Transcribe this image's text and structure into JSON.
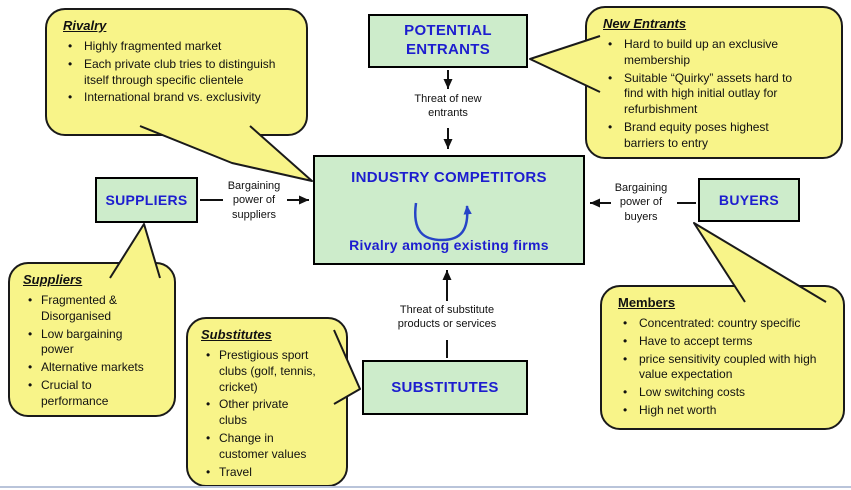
{
  "boxes": {
    "potential_entrants": {
      "label": "POTENTIAL\nENTRANTS"
    },
    "industry_competitors": {
      "title": "INDUSTRY COMPETITORS",
      "subtitle": "Rivalry among existing firms"
    },
    "suppliers": {
      "label": "SUPPLIERS"
    },
    "buyers": {
      "label": "BUYERS"
    },
    "substitutes": {
      "label": "SUBSTITUTES"
    }
  },
  "arrows": {
    "threat_new_entrants": {
      "lines": [
        "Threat of new",
        "entrants"
      ]
    },
    "bargaining_suppliers": {
      "lines": [
        "Bargaining",
        "power of",
        "suppliers"
      ]
    },
    "bargaining_buyers": {
      "lines": [
        "Bargaining",
        "power of",
        "buyers"
      ]
    },
    "threat_substitutes": {
      "lines": [
        "Threat of substitute",
        "products or services"
      ]
    }
  },
  "callouts": {
    "rivalry": {
      "heading": "Rivalry",
      "bullets": [
        "Highly fragmented market",
        "Each private club tries to distinguish\nitself through specific clientele",
        "International brand vs. exclusivity"
      ]
    },
    "new_entrants": {
      "heading": "New Entrants",
      "bullets": [
        "Hard to build up an exclusive\nmembership",
        "Suitable “Quirky” assets hard to\nfind with high initial outlay for\nrefurbishment",
        "Brand equity poses highest\nbarriers to entry"
      ]
    },
    "suppliers": {
      "heading": "Suppliers",
      "bullets": [
        "Fragmented &\nDisorganised",
        "Low bargaining\npower",
        "Alternative markets",
        "Crucial to\nperformance"
      ]
    },
    "substitutes": {
      "heading": "Substitutes",
      "bullets": [
        "Prestigious sport\nclubs (golf, tennis,\ncricket)",
        "Other private\nclubs",
        "Change in\ncustomer values",
        "Travel"
      ]
    },
    "members": {
      "heading": "Members",
      "bullets": [
        "Concentrated: country specific",
        "Have to accept terms",
        "price sensitivity coupled with high\nvalue expectation",
        "Low switching costs",
        "High net worth"
      ]
    }
  },
  "icons": {
    "rivalry_cycle_arrow": "u-shaped-cycle-arrow"
  },
  "colors": {
    "green_box_fill": "#cdeccb",
    "yellow_callout_fill": "#f8f489",
    "blue_text": "#1d1dcf",
    "connector_black": "#111111",
    "cycle_arrow_blue": "#2744c7",
    "slide_bottom_edge": "#b9c4da"
  }
}
